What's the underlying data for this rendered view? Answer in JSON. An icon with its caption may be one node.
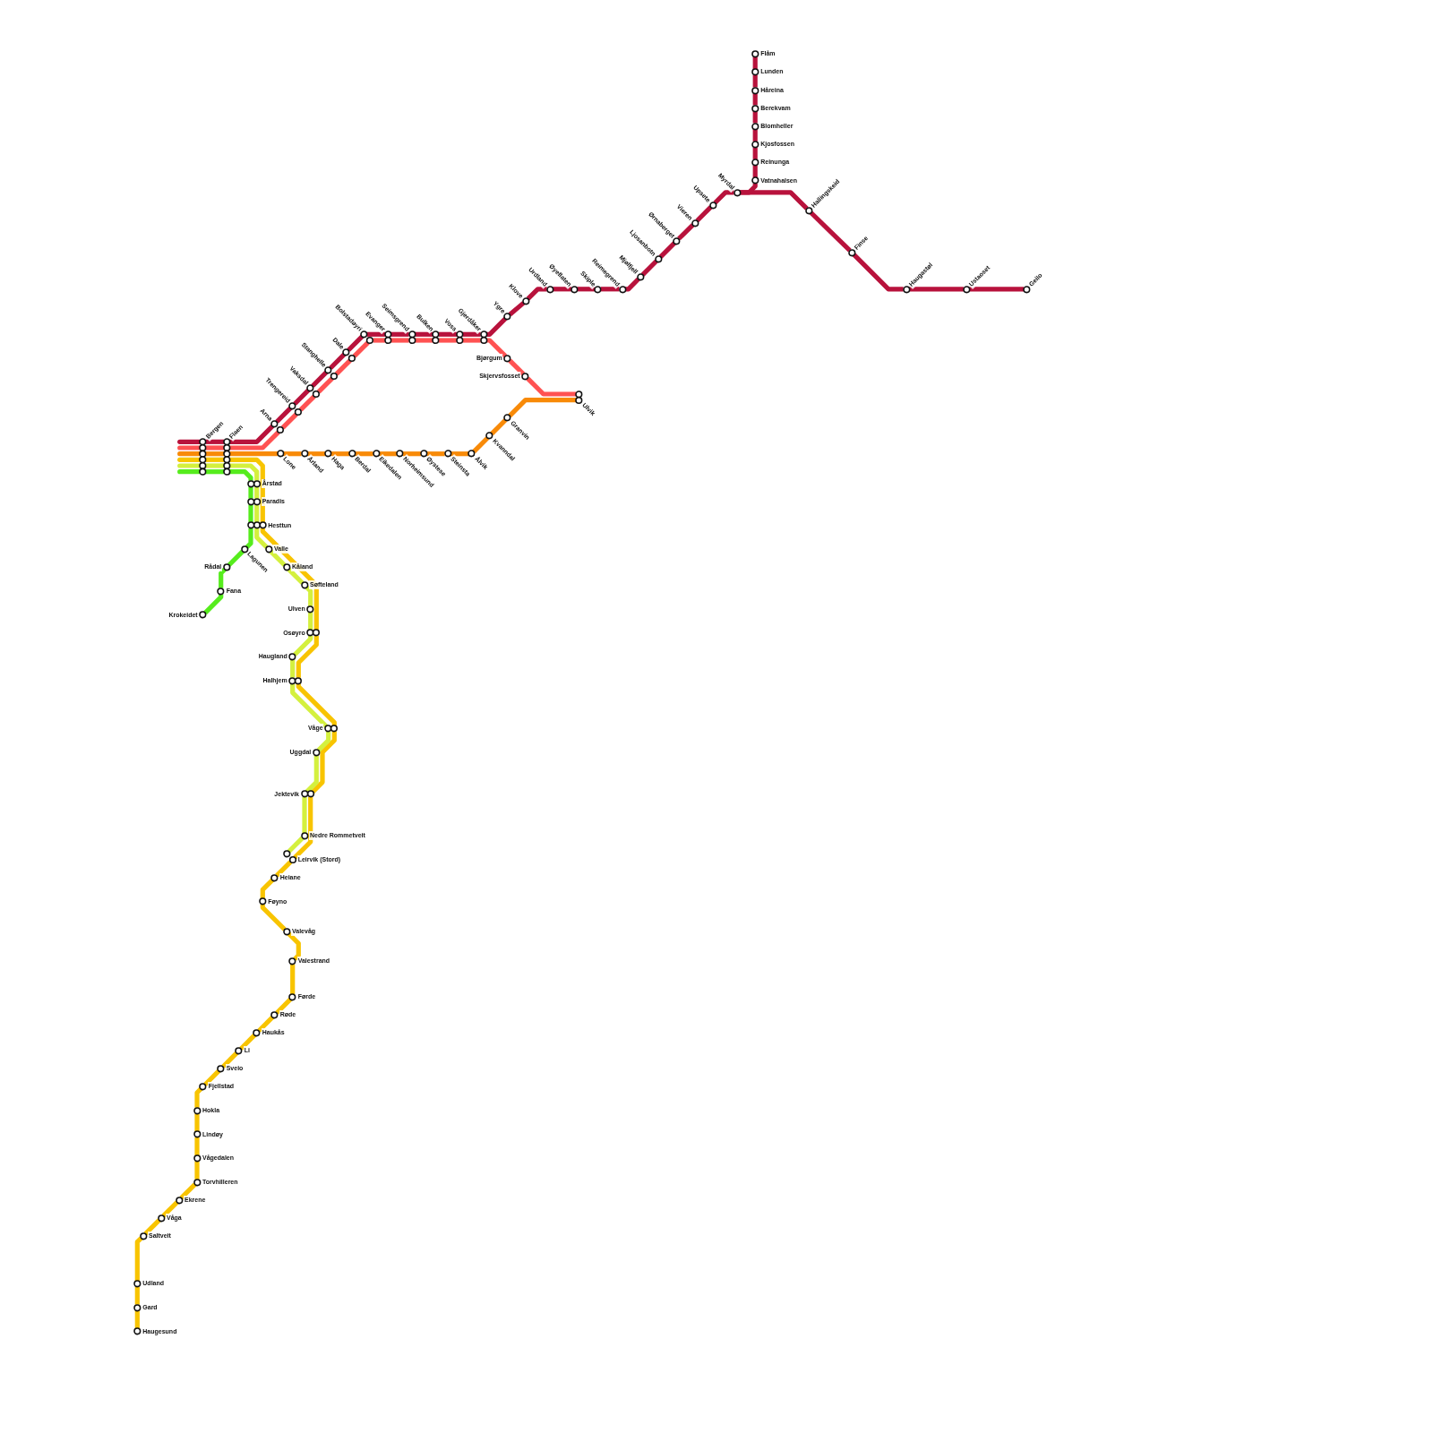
{
  "diagram": {
    "nodes": [
      {
        "text": [
          "Bergen"
        ]
      },
      {
        "text": [
          "Flaen"
        ]
      },
      {
        "text": [
          "Arna"
        ]
      },
      {
        "text": [
          "Trengereid"
        ]
      },
      {
        "text": [
          "Vaksdal"
        ]
      },
      {
        "text": [
          "Stanghelle"
        ]
      },
      {
        "text": [
          "Dale"
        ]
      },
      {
        "text": [
          "Bolstadøyri"
        ]
      },
      {
        "text": [
          "Evanger"
        ]
      },
      {
        "text": [
          "Seimsgrend"
        ]
      },
      {
        "text": [
          "Bulken"
        ]
      },
      {
        "text": [
          "Voss"
        ]
      },
      {
        "text": [
          "Gjerdåker"
        ]
      },
      {
        "text": [
          "Ygre"
        ]
      },
      {
        "text": [
          "Klove"
        ]
      },
      {
        "text": [
          "Urdland"
        ]
      },
      {
        "text": [
          "Øyeflaten"
        ]
      },
      {
        "text": [
          "Skiple"
        ]
      },
      {
        "text": [
          "Reimegrend"
        ]
      },
      {
        "text": [
          "Mjølfjell"
        ]
      },
      {
        "text": [
          "Ljosanbotn"
        ]
      },
      {
        "text": [
          "Ørnaberget"
        ]
      },
      {
        "text": [
          "Vieren"
        ]
      },
      {
        "text": [
          "Upsete"
        ]
      },
      {
        "text": [
          "Myrdal"
        ]
      },
      {
        "text": [
          "Hallingskeid"
        ]
      },
      {
        "text": [
          "Finse"
        ]
      },
      {
        "text": [
          "Haugastøl"
        ]
      },
      {
        "text": [
          "Ustaoset"
        ]
      },
      {
        "text": [
          "Geilo"
        ]
      },
      {
        "text": [
          "Flåm"
        ]
      },
      {
        "text": [
          "Lunden"
        ]
      },
      {
        "text": [
          "Håreina"
        ]
      },
      {
        "text": [
          "Berekvam"
        ]
      },
      {
        "text": [
          "Blomheller"
        ]
      },
      {
        "text": [
          "Kjosfossen"
        ]
      },
      {
        "text": [
          "Reinunga"
        ]
      },
      {
        "text": [
          "Vatnahalsen"
        ]
      },
      {
        "text": [
          "Bjørgum"
        ]
      },
      {
        "text": [
          "Skjervsfosset"
        ]
      },
      {
        "text": [
          "Ulvik"
        ]
      },
      {
        "text": [
          "Lone"
        ]
      },
      {
        "text": [
          "Årland"
        ]
      },
      {
        "text": [
          "Haga"
        ]
      },
      {
        "text": [
          "Berdal"
        ]
      },
      {
        "text": [
          "Eikedalen"
        ]
      },
      {
        "text": [
          "Norheimsund"
        ]
      },
      {
        "text": [
          "Øystese"
        ]
      },
      {
        "text": [
          "Steinsta"
        ]
      },
      {
        "text": [
          "Ålvik"
        ]
      },
      {
        "text": [
          "Kvanndal"
        ]
      },
      {
        "text": [
          "Granvin"
        ]
      },
      {
        "text": [
          "Årstad"
        ]
      },
      {
        "text": [
          "Paradis"
        ]
      },
      {
        "text": [
          "Hesttun"
        ]
      },
      {
        "text": [
          "Lagunen"
        ]
      },
      {
        "text": [
          "Rådal"
        ]
      },
      {
        "text": [
          "Fana"
        ]
      },
      {
        "text": [
          "Krokeidet"
        ]
      },
      {
        "text": [
          "Valle"
        ]
      },
      {
        "text": [
          "Kåland"
        ]
      },
      {
        "text": [
          "Søfteland"
        ]
      },
      {
        "text": [
          "Ulven"
        ]
      },
      {
        "text": [
          "Osøyro"
        ]
      },
      {
        "text": [
          "Haugland"
        ]
      },
      {
        "text": [
          "Halhjem"
        ]
      },
      {
        "text": [
          "Våge"
        ]
      },
      {
        "text": [
          "Uggdal"
        ]
      },
      {
        "text": [
          "Jektevik"
        ]
      },
      {
        "text": [
          "Nedre Rommetveit"
        ]
      },
      {
        "text": [
          "Leirvik (Stord)"
        ]
      },
      {
        "text": [
          "Heiane"
        ]
      },
      {
        "text": [
          "Føyno"
        ]
      },
      {
        "text": [
          "Valevåg"
        ]
      },
      {
        "text": [
          "Valestrand"
        ]
      },
      {
        "text": [
          "Førde"
        ]
      },
      {
        "text": [
          "Røde"
        ]
      },
      {
        "text": [
          "Haukås"
        ]
      },
      {
        "text": [
          "Li"
        ]
      },
      {
        "text": [
          "Sveio"
        ]
      },
      {
        "text": [
          "Fjellstad"
        ]
      },
      {
        "text": [
          "Hokla"
        ]
      },
      {
        "text": [
          "Lindøy"
        ]
      },
      {
        "text": [
          "Vågedalen"
        ]
      },
      {
        "text": [
          "Torvhilleren"
        ]
      },
      {
        "text": [
          "Ekrene"
        ]
      },
      {
        "text": [
          "Våga"
        ]
      },
      {
        "text": [
          "Saltveit"
        ]
      },
      {
        "text": [
          "Udland"
        ]
      },
      {
        "text": [
          "Gard"
        ]
      },
      {
        "text": [
          "Haugesund"
        ]
      }
    ],
    "edges": [
      {
        "from": 0,
        "to": 1,
        "arrow": "none",
        "color": "#b8123c"
      },
      {
        "from": 1,
        "to": 2,
        "arrow": "none",
        "color": "#b8123c"
      },
      {
        "from": 2,
        "to": 3,
        "arrow": "none",
        "color": "#b8123c"
      },
      {
        "from": 3,
        "to": 4,
        "arrow": "none",
        "color": "#b8123c"
      },
      {
        "from": 4,
        "to": 5,
        "arrow": "none",
        "color": "#b8123c"
      },
      {
        "from": 5,
        "to": 6,
        "arrow": "none",
        "color": "#b8123c"
      },
      {
        "from": 6,
        "to": 7,
        "arrow": "none",
        "color": "#b8123c"
      },
      {
        "from": 7,
        "to": 8,
        "arrow": "none",
        "color": "#b8123c"
      },
      {
        "from": 8,
        "to": 9,
        "arrow": "none",
        "color": "#b8123c"
      },
      {
        "from": 9,
        "to": 10,
        "arrow": "none",
        "color": "#b8123c"
      },
      {
        "from": 10,
        "to": 11,
        "arrow": "none",
        "color": "#b8123c"
      },
      {
        "from": 11,
        "to": 12,
        "arrow": "none",
        "color": "#b8123c"
      },
      {
        "from": 12,
        "to": 13,
        "arrow": "none",
        "color": "#b8123c"
      },
      {
        "from": 13,
        "to": 14,
        "arrow": "none",
        "color": "#b8123c"
      },
      {
        "from": 14,
        "to": 15,
        "arrow": "none",
        "color": "#b8123c"
      },
      {
        "from": 15,
        "to": 16,
        "arrow": "none",
        "color": "#b8123c"
      },
      {
        "from": 16,
        "to": 17,
        "arrow": "none",
        "color": "#b8123c"
      },
      {
        "from": 17,
        "to": 18,
        "arrow": "none",
        "color": "#b8123c"
      },
      {
        "from": 18,
        "to": 19,
        "arrow": "none",
        "color": "#b8123c"
      },
      {
        "from": 19,
        "to": 20,
        "arrow": "none",
        "color": "#b8123c"
      },
      {
        "from": 20,
        "to": 21,
        "arrow": "none",
        "color": "#b8123c"
      },
      {
        "from": 21,
        "to": 22,
        "arrow": "none",
        "color": "#b8123c"
      },
      {
        "from": 22,
        "to": 23,
        "arrow": "none",
        "color": "#b8123c"
      },
      {
        "from": 23,
        "to": 24,
        "arrow": "none",
        "color": "#b8123c"
      },
      {
        "from": 24,
        "to": 25,
        "arrow": "none",
        "color": "#b8123c"
      },
      {
        "from": 25,
        "to": 26,
        "arrow": "none",
        "color": "#b8123c"
      },
      {
        "from": 26,
        "to": 27,
        "arrow": "none",
        "color": "#b8123c"
      },
      {
        "from": 27,
        "to": 28,
        "arrow": "none",
        "color": "#b8123c"
      },
      {
        "from": 28,
        "to": 29,
        "arrow": "none",
        "color": "#b8123c"
      },
      {
        "from": 30,
        "to": 31,
        "arrow": "none",
        "color": "#b8123c"
      },
      {
        "from": 31,
        "to": 32,
        "arrow": "none",
        "color": "#b8123c"
      },
      {
        "from": 32,
        "to": 33,
        "arrow": "none",
        "color": "#b8123c"
      },
      {
        "from": 33,
        "to": 34,
        "arrow": "none",
        "color": "#b8123c"
      },
      {
        "from": 34,
        "to": 35,
        "arrow": "none",
        "color": "#b8123c"
      },
      {
        "from": 35,
        "to": 36,
        "arrow": "none",
        "color": "#b8123c"
      },
      {
        "from": 36,
        "to": 37,
        "arrow": "none",
        "color": "#b8123c"
      },
      {
        "from": 37,
        "to": 24,
        "arrow": "none",
        "color": "#b8123c"
      },
      {
        "from": 0,
        "to": 1,
        "arrow": "none",
        "color": "#ff5252"
      },
      {
        "from": 1,
        "to": 2,
        "arrow": "none",
        "color": "#ff5252"
      },
      {
        "from": 2,
        "to": 3,
        "arrow": "none",
        "color": "#ff5252"
      },
      {
        "from": 3,
        "to": 4,
        "arrow": "none",
        "color": "#ff5252"
      },
      {
        "from": 4,
        "to": 5,
        "arrow": "none",
        "color": "#ff5252"
      },
      {
        "from": 5,
        "to": 6,
        "arrow": "none",
        "color": "#ff5252"
      },
      {
        "from": 6,
        "to": 7,
        "arrow": "none",
        "color": "#ff5252"
      },
      {
        "from": 7,
        "to": 8,
        "arrow": "none",
        "color": "#ff5252"
      },
      {
        "from": 8,
        "to": 9,
        "arrow": "none",
        "color": "#ff5252"
      },
      {
        "from": 9,
        "to": 10,
        "arrow": "none",
        "color": "#ff5252"
      },
      {
        "from": 10,
        "to": 11,
        "arrow": "none",
        "color": "#ff5252"
      },
      {
        "from": 11,
        "to": 12,
        "arrow": "none",
        "color": "#ff5252"
      },
      {
        "from": 12,
        "to": 38,
        "arrow": "none",
        "color": "#ff5252"
      },
      {
        "from": 38,
        "to": 39,
        "arrow": "none",
        "color": "#ff5252"
      },
      {
        "from": 39,
        "to": 40,
        "arrow": "none",
        "color": "#ff5252"
      },
      {
        "from": 0,
        "to": 1,
        "arrow": "none",
        "color": "#f88a08"
      },
      {
        "from": 1,
        "to": 41,
        "arrow": "none",
        "color": "#f88a08"
      },
      {
        "from": 41,
        "to": 42,
        "arrow": "none",
        "color": "#f88a08"
      },
      {
        "from": 42,
        "to": 43,
        "arrow": "none",
        "color": "#f88a08"
      },
      {
        "from": 43,
        "to": 44,
        "arrow": "none",
        "color": "#f88a08"
      },
      {
        "from": 44,
        "to": 45,
        "arrow": "none",
        "color": "#f88a08"
      },
      {
        "from": 45,
        "to": 46,
        "arrow": "none",
        "color": "#f88a08"
      },
      {
        "from": 46,
        "to": 47,
        "arrow": "none",
        "color": "#f88a08"
      },
      {
        "from": 47,
        "to": 48,
        "arrow": "none",
        "color": "#f88a08"
      },
      {
        "from": 48,
        "to": 49,
        "arrow": "none",
        "color": "#f88a08"
      },
      {
        "from": 49,
        "to": 50,
        "arrow": "none",
        "color": "#f88a08"
      },
      {
        "from": 50,
        "to": 51,
        "arrow": "none",
        "color": "#f88a08"
      },
      {
        "from": 51,
        "to": 40,
        "arrow": "none",
        "color": "#f88a08"
      },
      {
        "from": 0,
        "to": 1,
        "arrow": "none",
        "color": "#f8c400"
      },
      {
        "from": 1,
        "to": 54,
        "arrow": "none",
        "color": "#f8c400"
      },
      {
        "from": 54,
        "to": 63,
        "arrow": "none",
        "color": "#f8c400"
      },
      {
        "from": 63,
        "to": 65,
        "arrow": "none",
        "color": "#f8c400"
      },
      {
        "from": 65,
        "to": 66,
        "arrow": "none",
        "color": "#f8c400"
      },
      {
        "from": 66,
        "to": 68,
        "arrow": "none",
        "color": "#f8c400"
      },
      {
        "from": 68,
        "to": 70,
        "arrow": "none",
        "color": "#f8c400"
      },
      {
        "from": 70,
        "to": 71,
        "arrow": "none",
        "color": "#f8c400"
      },
      {
        "from": 71,
        "to": 72,
        "arrow": "none",
        "color": "#f8c400"
      },
      {
        "from": 72,
        "to": 73,
        "arrow": "none",
        "color": "#f8c400"
      },
      {
        "from": 73,
        "to": 74,
        "arrow": "none",
        "color": "#f8c400"
      },
      {
        "from": 74,
        "to": 75,
        "arrow": "none",
        "color": "#f8c400"
      },
      {
        "from": 75,
        "to": 76,
        "arrow": "none",
        "color": "#f8c400"
      },
      {
        "from": 76,
        "to": 77,
        "arrow": "none",
        "color": "#f8c400"
      },
      {
        "from": 77,
        "to": 78,
        "arrow": "none",
        "color": "#f8c400"
      },
      {
        "from": 78,
        "to": 79,
        "arrow": "none",
        "color": "#f8c400"
      },
      {
        "from": 79,
        "to": 80,
        "arrow": "none",
        "color": "#f8c400"
      },
      {
        "from": 80,
        "to": 81,
        "arrow": "none",
        "color": "#f8c400"
      },
      {
        "from": 81,
        "to": 82,
        "arrow": "none",
        "color": "#f8c400"
      },
      {
        "from": 82,
        "to": 83,
        "arrow": "none",
        "color": "#f8c400"
      },
      {
        "from": 83,
        "to": 84,
        "arrow": "none",
        "color": "#f8c400"
      },
      {
        "from": 84,
        "to": 85,
        "arrow": "none",
        "color": "#f8c400"
      },
      {
        "from": 85,
        "to": 86,
        "arrow": "none",
        "color": "#f8c400"
      },
      {
        "from": 86,
        "to": 87,
        "arrow": "none",
        "color": "#f8c400"
      },
      {
        "from": 87,
        "to": 88,
        "arrow": "none",
        "color": "#f8c400"
      },
      {
        "from": 88,
        "to": 89,
        "arrow": "none",
        "color": "#f8c400"
      },
      {
        "from": 89,
        "to": 90,
        "arrow": "none",
        "color": "#f8c400"
      },
      {
        "from": 0,
        "to": 1,
        "arrow": "none",
        "color": "#d4f03e"
      },
      {
        "from": 1,
        "to": 52,
        "arrow": "none",
        "color": "#d4f03e"
      },
      {
        "from": 52,
        "to": 53,
        "arrow": "none",
        "color": "#d4f03e"
      },
      {
        "from": 53,
        "to": 54,
        "arrow": "none",
        "color": "#d4f03e"
      },
      {
        "from": 54,
        "to": 59,
        "arrow": "none",
        "color": "#d4f03e"
      },
      {
        "from": 59,
        "to": 60,
        "arrow": "none",
        "color": "#d4f03e"
      },
      {
        "from": 60,
        "to": 61,
        "arrow": "none",
        "color": "#d4f03e"
      },
      {
        "from": 61,
        "to": 62,
        "arrow": "none",
        "color": "#d4f03e"
      },
      {
        "from": 62,
        "to": 63,
        "arrow": "none",
        "color": "#d4f03e"
      },
      {
        "from": 63,
        "to": 64,
        "arrow": "none",
        "color": "#d4f03e"
      },
      {
        "from": 64,
        "to": 65,
        "arrow": "none",
        "color": "#d4f03e"
      },
      {
        "from": 65,
        "to": 66,
        "arrow": "none",
        "color": "#d4f03e"
      },
      {
        "from": 66,
        "to": 67,
        "arrow": "none",
        "color": "#d4f03e"
      },
      {
        "from": 67,
        "to": 68,
        "arrow": "none",
        "color": "#d4f03e"
      },
      {
        "from": 68,
        "to": 69,
        "arrow": "none",
        "color": "#d4f03e"
      },
      {
        "from": 69,
        "to": 70,
        "arrow": "none",
        "color": "#d4f03e"
      },
      {
        "from": 0,
        "to": 1,
        "arrow": "none",
        "color": "#56ec1d"
      },
      {
        "from": 1,
        "to": 52,
        "arrow": "none",
        "color": "#56ec1d"
      },
      {
        "from": 52,
        "to": 53,
        "arrow": "none",
        "color": "#56ec1d"
      },
      {
        "from": 53,
        "to": 54,
        "arrow": "none",
        "color": "#56ec1d"
      },
      {
        "from": 54,
        "to": 55,
        "arrow": "none",
        "color": "#56ec1d"
      },
      {
        "from": 55,
        "to": 56,
        "arrow": "none",
        "color": "#56ec1d"
      },
      {
        "from": 56,
        "to": 57,
        "arrow": "none",
        "color": "#56ec1d"
      },
      {
        "from": 57,
        "to": 58,
        "arrow": "none",
        "color": "#56ec1d"
      }
    ]
  }
}
